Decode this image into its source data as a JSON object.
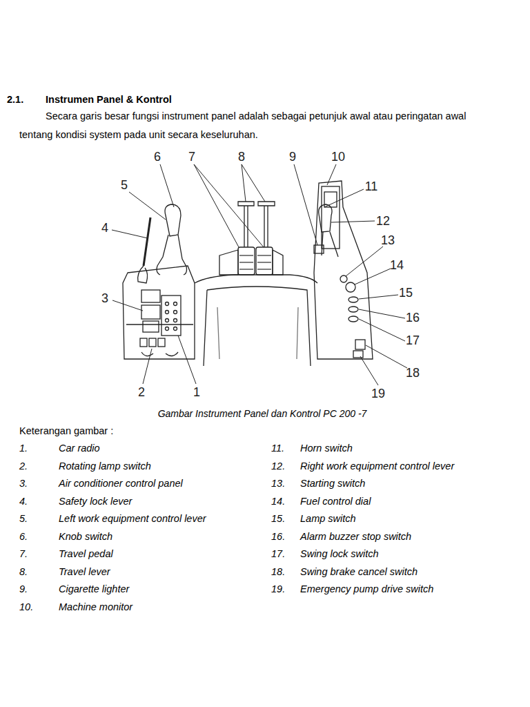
{
  "diagram": {
    "title": "Instrumen Panel & Kontrol",
    "caption": "Gambar Instrument Panel dan Kontrol PC 200 -7",
    "labels": [
      "2.1.",
      "Secara garis besar fungsi instrument panel adalah sebagai petunjuk awal atau peringatan awal tentang kondisi system pada unit secara keseluruhan.",
      "1",
      "2",
      "3",
      "4",
      "5",
      "6",
      "7",
      "8",
      "9",
      "10",
      "11",
      "12",
      "13",
      "14",
      "15",
      "16",
      "17",
      "18",
      "19",
      "Keterangan gambar :",
      "1.",
      "Car radio",
      "2.",
      "Rotating lamp switch",
      "3.",
      "Air conditioner control panel",
      "4.",
      "Safety lock lever",
      "5.",
      "Left work equipment control lever",
      "6.",
      "Knob switch",
      "7.",
      "Travel pedal",
      "8.",
      "Travel lever",
      "9.",
      "Cigarette lighter",
      "10.",
      "Machine monitor",
      "11.",
      "Horn switch",
      "12.",
      "Right work equipment control lever",
      "13.",
      "Starting switch",
      "14.",
      "Fuel control dial",
      "15.",
      "Lamp switch",
      "16.",
      "Alarm buzzer stop switch",
      "17.",
      "Swing lock switch",
      "18.",
      "Swing brake cancel switch",
      "19.",
      "Emergency pump drive switch"
    ]
  }
}
